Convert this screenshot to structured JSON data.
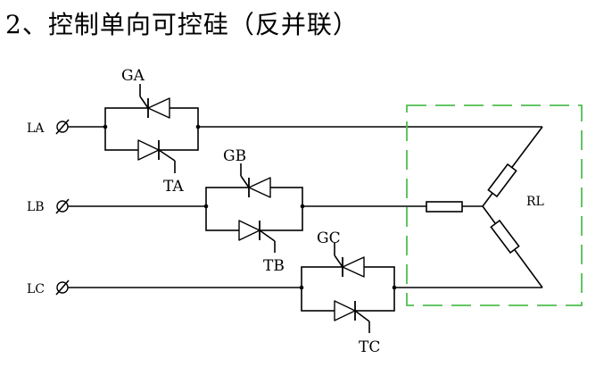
{
  "title": "2、控制单向可控硅（反并联）",
  "lines": [
    {
      "label": "LA",
      "gate": "GA",
      "terminal": "TA"
    },
    {
      "label": "LB",
      "gate": "GB",
      "terminal": "TB"
    },
    {
      "label": "LC",
      "gate": "GC",
      "terminal": "TC"
    }
  ],
  "load": {
    "label": "RL"
  },
  "colors": {
    "wire": "#000000",
    "load_box": "#4fbf4f"
  }
}
